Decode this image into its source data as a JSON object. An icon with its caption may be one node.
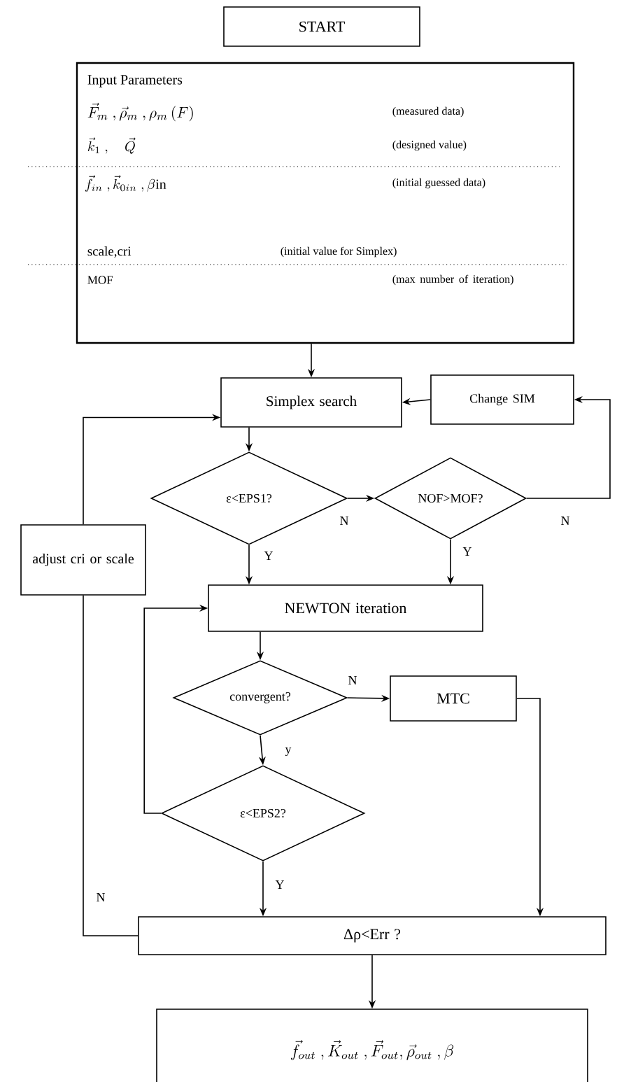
{
  "diagram": {
    "nodes": [
      {
        "text": [
          "START"
        ]
      },
      {
        "text": [
          "Input Parameters",
          "\\vec{F}_{m}\\ ,\\vec{\\rho}_{m}\\ ,\\rho_{m}\\left(F\\right)",
          "(measured data)",
          "\\vec{k}_{1}\\ ,\\quad \\vec{Q}",
          "(designed value)",
          "\\vec{f}_{in}\\ ,\\vec{k}_{0in}\\ ,\\beta\\mathrm{in}",
          "(initial guessed data)",
          "scale,cri",
          "(initial value for Simplex)",
          "MOF",
          "(max number of iteration)"
        ]
      },
      {
        "text": [
          "Simplex search"
        ]
      },
      {
        "text": [
          "Change SIM"
        ]
      },
      {
        "text": [
          "ε<EPS1?"
        ]
      },
      {
        "text": [
          "NOF>MOF?"
        ]
      },
      {
        "text": [
          "adjust cri or scale"
        ]
      },
      {
        "text": [
          "NEWTON iteration"
        ]
      },
      {
        "text": [
          "convergent?"
        ]
      },
      {
        "text": [
          "MTC"
        ]
      },
      {
        "text": [
          "ε<EPS2?"
        ]
      },
      {
        "text": [
          "Δρ<Err ?"
        ]
      },
      {
        "text": [
          "\\vec{f}_{out}\\ ,\\vec{K}_{out}\\ ,\\vec{F}_{out},\\vec{\\rho}_{out}\\ ,\\beta"
        ]
      }
    ],
    "edges": [
      {
        "from": 1,
        "to": 2,
        "arrow": "to"
      },
      {
        "from": 3,
        "to": 2,
        "arrow": "to"
      },
      {
        "from": 2,
        "to": 4,
        "arrow": "to"
      },
      {
        "from": 4,
        "to": 5,
        "arrow": "to",
        "label": "N"
      },
      {
        "from": 5,
        "to": 3,
        "arrow": "to",
        "label": "N"
      },
      {
        "from": 4,
        "to": 7,
        "arrow": "to",
        "label": "Y"
      },
      {
        "from": 5,
        "to": 7,
        "arrow": "to",
        "label": "Y"
      },
      {
        "from": 6,
        "to": 2,
        "arrow": "to"
      },
      {
        "from": 7,
        "to": 8,
        "arrow": "to"
      },
      {
        "from": 8,
        "to": 9,
        "arrow": "to",
        "label": "N"
      },
      {
        "from": 8,
        "to": 10,
        "arrow": "to",
        "label": "y"
      },
      {
        "from": 10,
        "to": 7,
        "arrow": "to"
      },
      {
        "from": 10,
        "to": 11,
        "arrow": "to",
        "label": "Y"
      },
      {
        "from": 9,
        "to": 11,
        "arrow": "to"
      },
      {
        "from": 11,
        "to": 6,
        "arrow": "none",
        "label": "N"
      },
      {
        "from": 11,
        "to": 12,
        "arrow": "to"
      }
    ]
  }
}
